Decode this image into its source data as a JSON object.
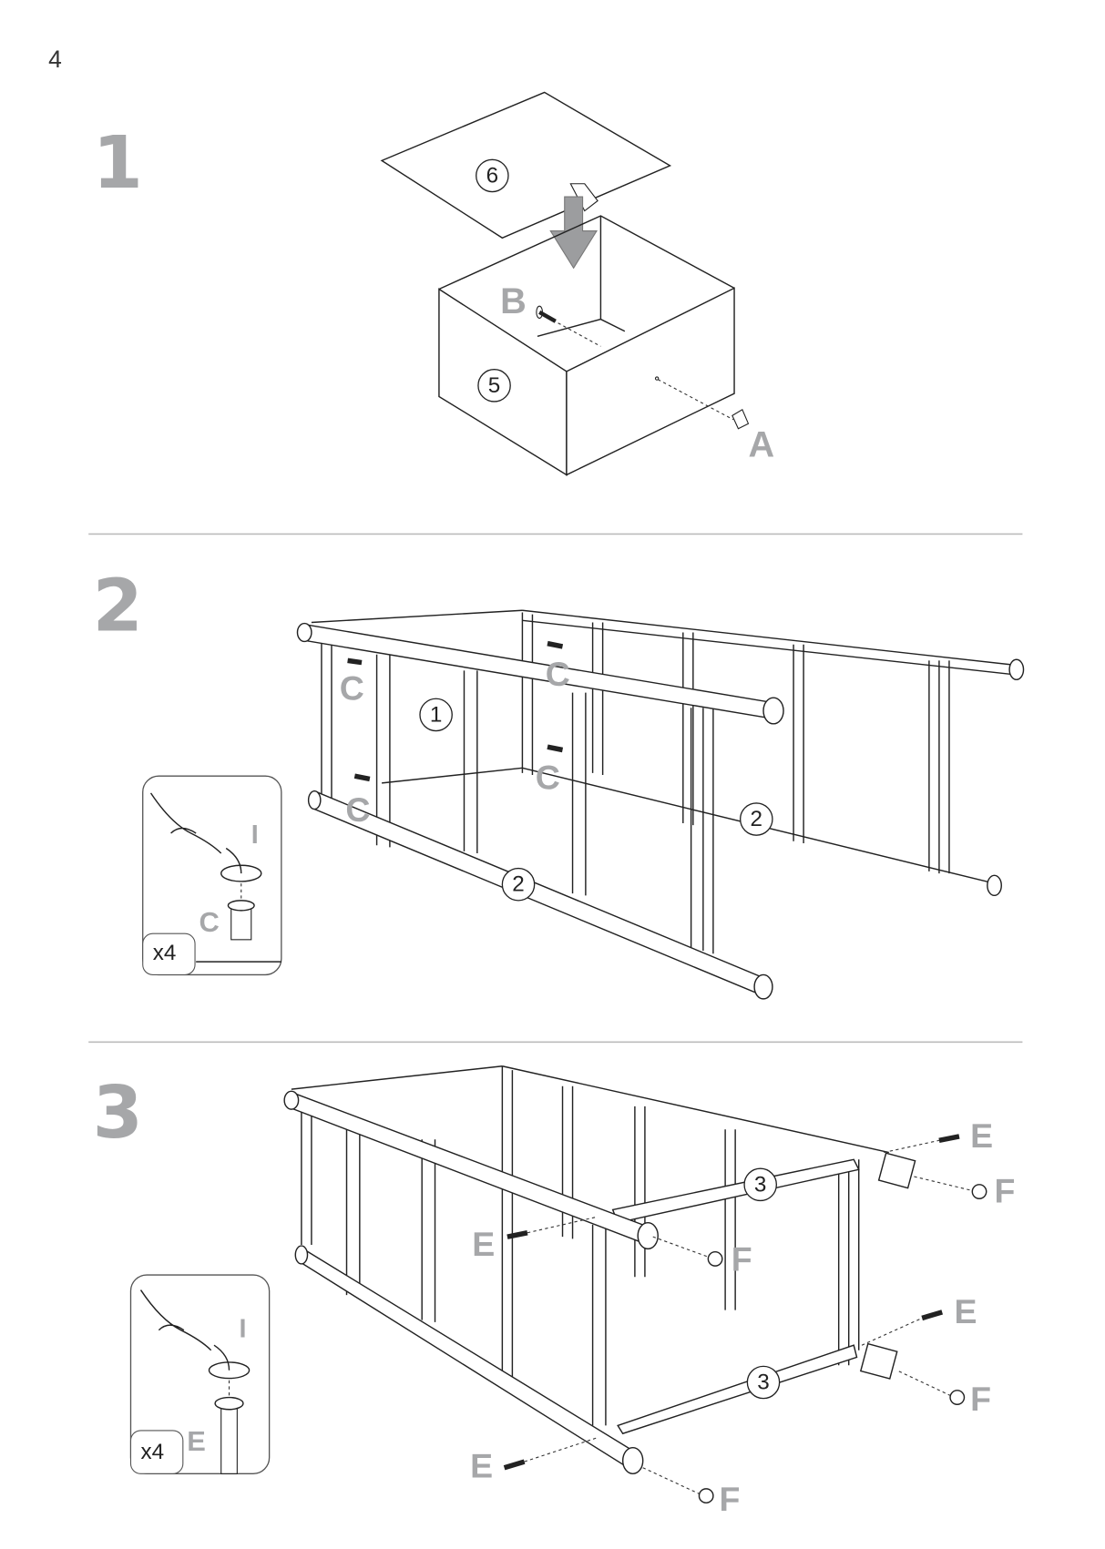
{
  "page_number": "4",
  "steps": [
    {
      "number": "1",
      "parts": [
        "6",
        "5"
      ],
      "hardware": [
        "B",
        "A"
      ]
    },
    {
      "number": "2",
      "parts": [
        "1",
        "2",
        "2"
      ],
      "hardware": [
        "C",
        "C",
        "C",
        "C"
      ],
      "inset": {
        "tool": "I",
        "part": "C",
        "quantity": "x4"
      }
    },
    {
      "number": "3",
      "parts": [
        "3",
        "3"
      ],
      "hardware": [
        "E",
        "F",
        "E",
        "F",
        "E",
        "F",
        "E",
        "F"
      ],
      "inset": {
        "tool": "I",
        "part": "E",
        "quantity": "x4"
      }
    }
  ],
  "colors": {
    "label_gray": "#a6a7a9",
    "line": "#222222",
    "divider": "#bcbcbc"
  }
}
